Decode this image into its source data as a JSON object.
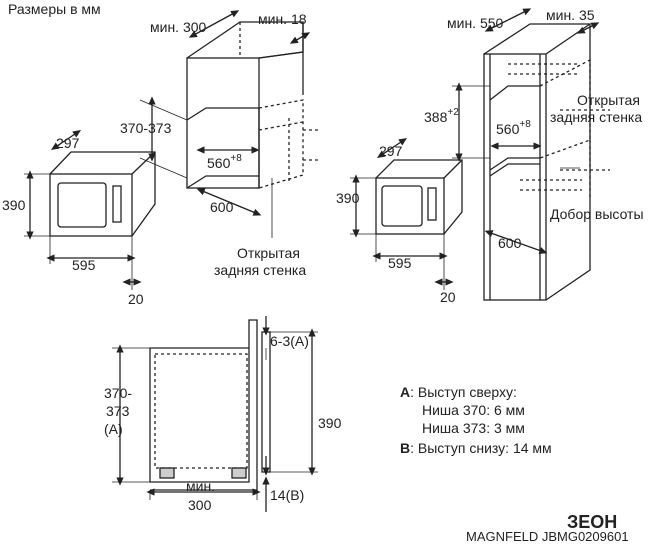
{
  "header": {
    "title": "Размеры в мм"
  },
  "diagram1": {
    "niche_depth": "мин. 300",
    "niche_gap": "мин. 18",
    "niche_height": "370-373",
    "niche_width_label": "560",
    "niche_width_sup": "+8",
    "cabinet_depth": "600",
    "back_wall_line1": "Открытая",
    "back_wall_line2": "задняя стенка",
    "appliance_depth": "297",
    "appliance_height": "390",
    "appliance_width": "595",
    "front_thickness": "20"
  },
  "diagram2": {
    "niche_depth": "мин. 550",
    "niche_gap": "мин. 35",
    "niche_height": "388",
    "niche_height_sup": "+2",
    "niche_width_label": "560",
    "niche_width_sup": "+8",
    "back_wall_line1": "Открытая",
    "back_wall_line2": "задняя стенка",
    "shelf_label": "Добор высоты",
    "cabinet_depth": "600",
    "appliance_depth": "297",
    "appliance_height": "390",
    "appliance_width": "595",
    "front_thickness": "20"
  },
  "side_view": {
    "top_offset": "6-3",
    "top_offset_letter": "(A)",
    "height_line1": "370-",
    "height_line2": "373",
    "height_line3": "(A)",
    "total_height": "390",
    "bottom_offset": "14",
    "bottom_offset_letter": "(B)",
    "depth_line1": "мин.",
    "depth_line2": "300"
  },
  "legend": {
    "a_key": "A",
    "a_text": ": Выступ сверху:",
    "a_line2": "Ниша 370: 6 мм",
    "a_line3": "Ниша 373: 3 мм",
    "b_key": "B",
    "b_text": ": Выступ снизу: 14 мм"
  },
  "footer": {
    "model_code": "MAGNFELD JBMG0209601",
    "watermark": "ЗЕОН"
  }
}
